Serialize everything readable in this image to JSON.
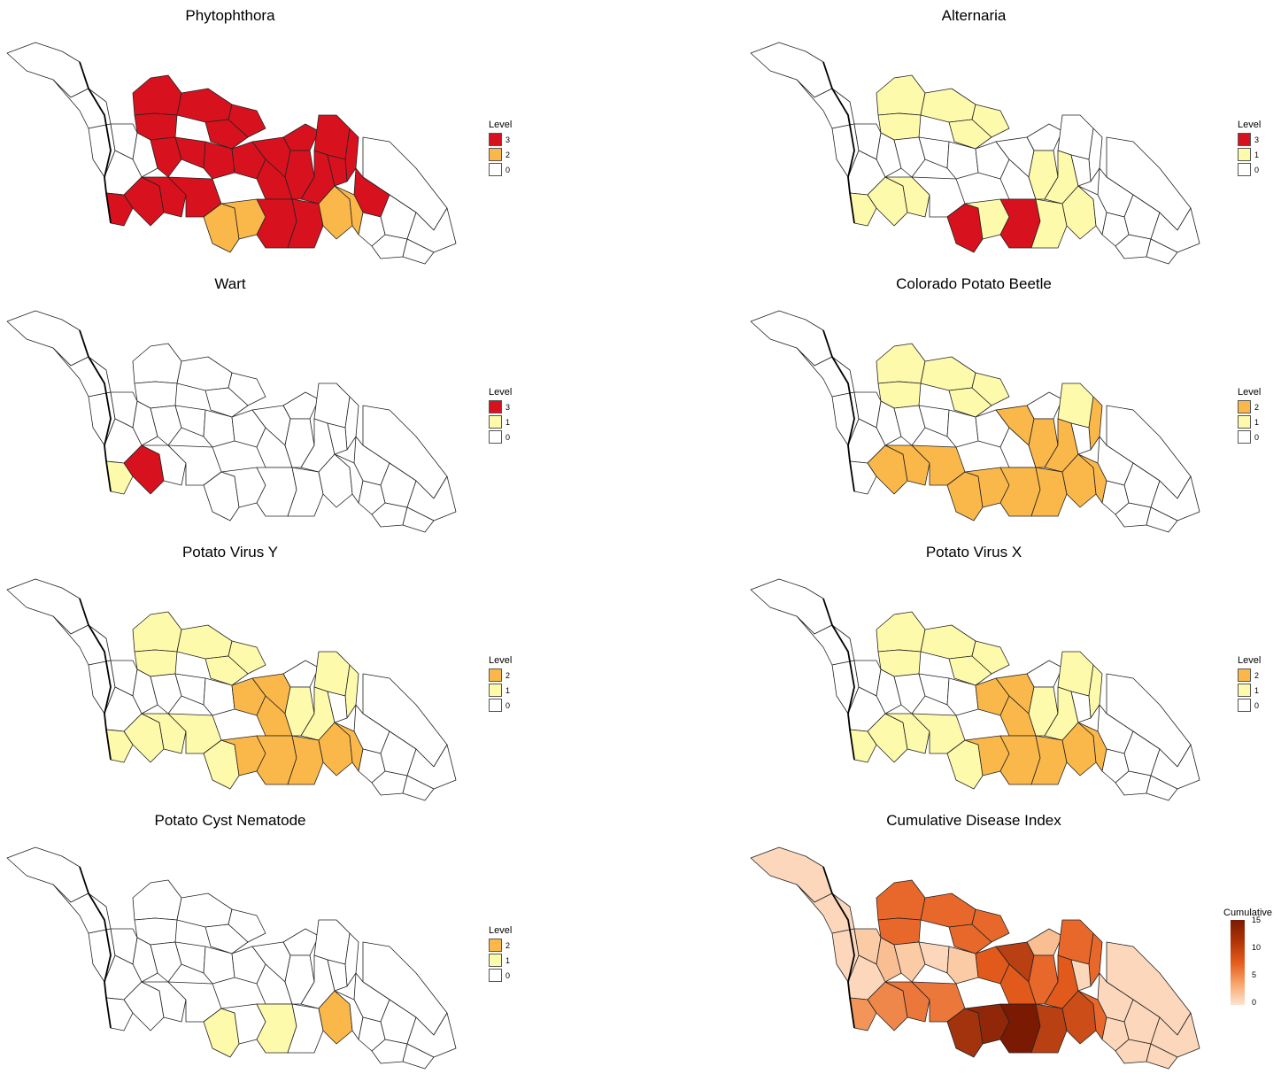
{
  "panels": [
    {
      "title": "Phytophthora",
      "legend_title": "Level",
      "legend": [
        {
          "label": "3",
          "color": "#d7121e"
        },
        {
          "label": "2",
          "color": "#fbb84a"
        },
        {
          "label": "0",
          "color": "#ffffff"
        }
      ]
    },
    {
      "title": "Alternaria",
      "legend_title": "Level",
      "legend": [
        {
          "label": "3",
          "color": "#d7121e"
        },
        {
          "label": "1",
          "color": "#fefaab"
        },
        {
          "label": "0",
          "color": "#ffffff"
        }
      ]
    },
    {
      "title": "Wart",
      "legend_title": "Level",
      "legend": [
        {
          "label": "3",
          "color": "#d7121e"
        },
        {
          "label": "1",
          "color": "#fefaab"
        },
        {
          "label": "0",
          "color": "#ffffff"
        }
      ]
    },
    {
      "title": "Colorado Potato Beetle",
      "legend_title": "Level",
      "legend": [
        {
          "label": "2",
          "color": "#fbb84a"
        },
        {
          "label": "1",
          "color": "#fefaab"
        },
        {
          "label": "0",
          "color": "#ffffff"
        }
      ]
    },
    {
      "title": "Potato Virus Y",
      "legend_title": "Level",
      "legend": [
        {
          "label": "2",
          "color": "#fbb84a"
        },
        {
          "label": "1",
          "color": "#fefaab"
        },
        {
          "label": "0",
          "color": "#ffffff"
        }
      ]
    },
    {
      "title": "Potato Virus X",
      "legend_title": "Level",
      "legend": [
        {
          "label": "2",
          "color": "#fbb84a"
        },
        {
          "label": "1",
          "color": "#fefaab"
        },
        {
          "label": "0",
          "color": "#ffffff"
        }
      ]
    },
    {
      "title": "Potato Cyst Nematode",
      "legend_title": "Level",
      "legend": [
        {
          "label": "2",
          "color": "#fbb84a"
        },
        {
          "label": "1",
          "color": "#fefaab"
        },
        {
          "label": "0",
          "color": "#ffffff"
        }
      ]
    },
    {
      "title": "Cumulative Disease Index",
      "legend_title": "Cumulative",
      "cumulative_ticks": [
        "15",
        "10",
        "5",
        "0"
      ]
    }
  ],
  "colors": {
    "level_0": "#ffffff",
    "level_1": "#fefaab",
    "level_2": "#fbb84a",
    "level_3": "#d7121e",
    "cum_low": "#fde4cf",
    "cum_mid": "#f07a34",
    "cum_high": "#7a1a03",
    "border": "#222222"
  },
  "regions": {
    "names": [
      "nw1",
      "nw2",
      "nw3",
      "n1",
      "n2",
      "n3",
      "n4",
      "nc1",
      "nc2",
      "ne1",
      "ne2",
      "ne3",
      "w1",
      "w2",
      "w3",
      "c1",
      "c2",
      "c3",
      "c4",
      "c5",
      "e1",
      "e2",
      "e3",
      "e4",
      "e5",
      "e6",
      "e7",
      "sw1",
      "sw2",
      "sw3",
      "sw4",
      "s1",
      "s2",
      "s3",
      "s4",
      "s5",
      "se1",
      "se2",
      "se3",
      "se4"
    ],
    "levels_by_panel": [
      [
        0,
        0,
        0,
        3,
        3,
        3,
        3,
        3,
        3,
        3,
        3,
        0,
        0,
        0,
        0,
        3,
        3,
        3,
        3,
        3,
        3,
        3,
        3,
        3,
        3,
        0,
        0,
        3,
        3,
        3,
        3,
        2,
        2,
        3,
        3,
        2,
        2,
        0,
        0,
        0
      ],
      [
        0,
        0,
        0,
        1,
        1,
        1,
        1,
        1,
        0,
        0,
        0,
        0,
        0,
        0,
        0,
        0,
        0,
        0,
        0,
        0,
        0,
        1,
        1,
        0,
        0,
        0,
        0,
        1,
        1,
        1,
        0,
        3,
        1,
        3,
        1,
        1,
        0,
        0,
        0,
        0
      ],
      [
        0,
        0,
        0,
        0,
        0,
        0,
        0,
        0,
        0,
        0,
        0,
        0,
        0,
        0,
        0,
        0,
        0,
        0,
        0,
        0,
        0,
        0,
        0,
        0,
        0,
        0,
        0,
        1,
        3,
        0,
        0,
        0,
        0,
        0,
        0,
        0,
        0,
        0,
        0,
        0
      ],
      [
        0,
        0,
        0,
        1,
        1,
        1,
        1,
        1,
        0,
        1,
        2,
        0,
        0,
        0,
        0,
        0,
        0,
        0,
        0,
        2,
        0,
        2,
        2,
        0,
        0,
        0,
        0,
        0,
        2,
        2,
        2,
        2,
        2,
        2,
        2,
        2,
        2,
        0,
        0,
        0
      ],
      [
        0,
        0,
        0,
        1,
        1,
        1,
        1,
        1,
        0,
        1,
        1,
        0,
        0,
        0,
        0,
        0,
        0,
        0,
        2,
        2,
        2,
        1,
        1,
        0,
        0,
        0,
        0,
        1,
        1,
        1,
        1,
        1,
        2,
        2,
        2,
        2,
        2,
        0,
        0,
        0
      ],
      [
        0,
        0,
        0,
        1,
        1,
        1,
        1,
        1,
        0,
        1,
        1,
        0,
        0,
        0,
        0,
        0,
        0,
        0,
        2,
        2,
        2,
        1,
        1,
        0,
        0,
        0,
        0,
        1,
        1,
        1,
        1,
        1,
        2,
        2,
        2,
        2,
        2,
        0,
        0,
        0
      ],
      [
        0,
        0,
        0,
        0,
        0,
        0,
        0,
        0,
        0,
        0,
        0,
        0,
        0,
        0,
        0,
        0,
        0,
        0,
        0,
        0,
        0,
        0,
        0,
        0,
        0,
        0,
        0,
        0,
        0,
        0,
        0,
        1,
        0,
        1,
        0,
        2,
        0,
        0,
        0,
        0
      ],
      [
        1,
        1,
        1,
        9,
        9,
        9,
        9,
        9,
        3,
        9,
        9,
        1,
        2,
        3,
        1,
        2,
        1,
        2,
        10,
        12,
        10,
        9,
        10,
        1,
        1,
        1,
        1,
        6,
        7,
        8,
        8,
        13,
        14,
        15,
        12,
        11,
        9,
        1,
        1,
        1
      ]
    ]
  }
}
